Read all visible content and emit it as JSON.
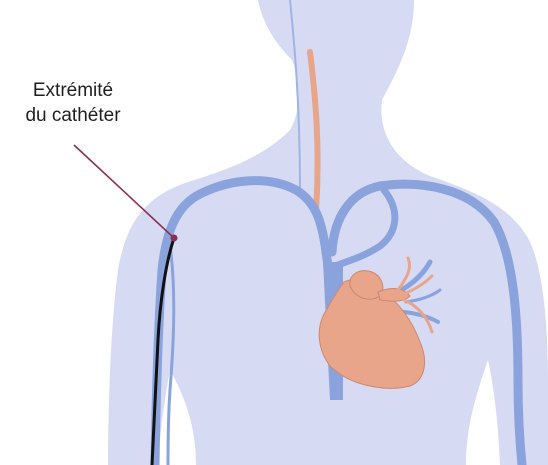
{
  "callout": {
    "line1": "Extrémité",
    "line2": "du cathéter"
  },
  "colors": {
    "body_silhouette": "#d6dbf3",
    "veins": "#8aa3dc",
    "artery": "#e8a58a",
    "heart": "#e8a58a",
    "catheter": "#111111",
    "leader_line": "#8a2f55"
  },
  "icons": {
    "callout_dot": "catheter-tip-marker"
  }
}
